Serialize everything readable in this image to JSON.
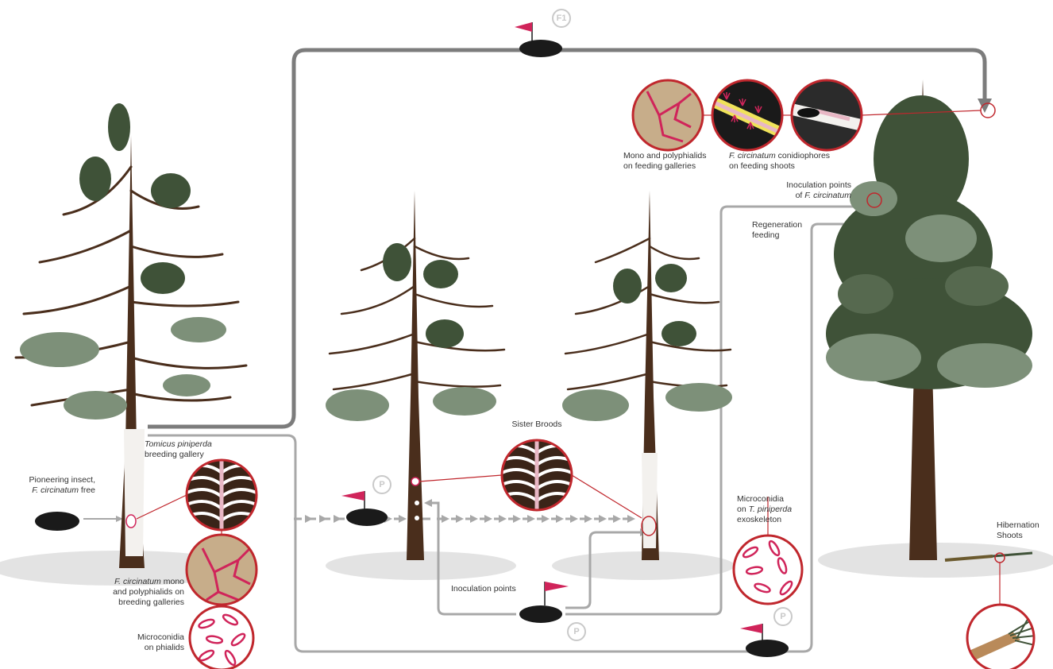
{
  "colors": {
    "accent": "#d0245a",
    "circle_ring": "#c0272d",
    "arrow": "#9a9a9a",
    "arrow_dark": "#6f6f6f",
    "foliage_dark": "#3f5238",
    "foliage_light": "#7d9079",
    "trunk": "#4a2e1c",
    "beetle": "#1a1a1a"
  },
  "badges": {
    "f1": "F1",
    "p": "P"
  },
  "labels": {
    "pioneer_1": "Pioneering insect,",
    "pioneer_2_italic": "F. circinatum",
    "pioneer_2_rest": " free",
    "tomicus_italic": "Tomicus piniperda",
    "tomicus_2": "breeding gallery",
    "fc_mono_italic": "F. circinatum",
    "fc_mono_1_rest": " mono",
    "fc_mono_2": "and polyphialids on",
    "fc_mono_3": "breeding galleries",
    "micro_phialids_1": "Microconidia",
    "micro_phialids_2": "on phialids",
    "sister_broods": "Sister Broods",
    "inoculation_points": "Inoculation points",
    "mono_poly_1": "Mono and polyphialids",
    "mono_poly_2": "on feeding galleries",
    "conidiophores_italic": "F. circinatum",
    "conidiophores_1_rest": " conidiophores",
    "conidiophores_2": "on feeding shoots",
    "inoc_fc_1": "Inoculation points",
    "inoc_fc_2_pre": "of ",
    "inoc_fc_2_italic": "F. circinatum",
    "regen_1": "Regeneration",
    "regen_2": "feeding",
    "micro_exo_1": "Microconidia",
    "micro_exo_2_pre": "on ",
    "micro_exo_2_italic": "T. piniperda",
    "micro_exo_3": "exoskeleton",
    "hibernation_1": "Hibernation",
    "hibernation_2": "Shoots"
  }
}
